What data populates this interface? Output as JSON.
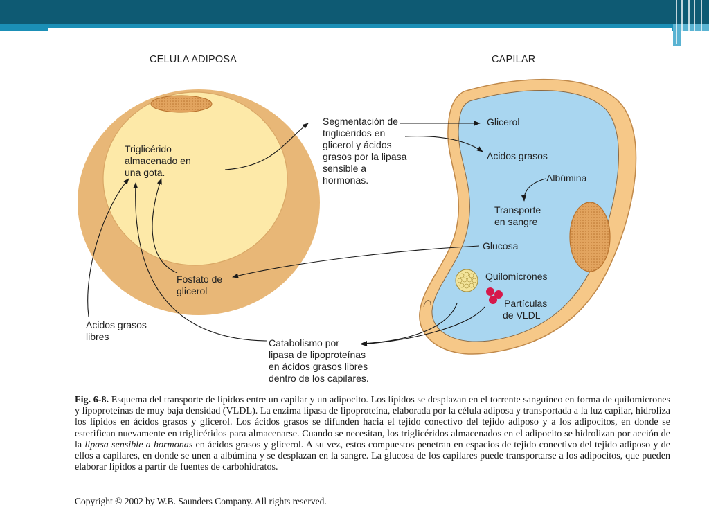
{
  "colors": {
    "header_dark": "#0e5a73",
    "header_light": "#1b8fb6",
    "cell_outer": "#e8b777",
    "cell_inner": "#fde9a8",
    "capillary_wall": "#f6c888",
    "capillary_lumen": "#a9d6f0",
    "vldl": "#d6184a"
  },
  "diagram": {
    "title_left": "CELULA ADIPOSA",
    "title_right": "CAPILAR",
    "trigliceridos_lines": [
      "Triglicérido",
      "almacenado en",
      "una gota."
    ],
    "fosfato_lines": [
      "Fosfato de",
      "glicerol"
    ],
    "acidos_libres_lines": [
      "Acidos grasos",
      "libres"
    ],
    "segmentacion_lines": [
      "Segmentación de",
      "triglicéridos en",
      "glicerol y ácidos",
      "grasos por la lipasa",
      "sensible a",
      "hormonas."
    ],
    "glicerol": "Glicerol",
    "acidos_grasos": "Acidos grasos",
    "albumina": "Albúmina",
    "transporte_lines": [
      "Transporte",
      "en sangre"
    ],
    "glucosa": "Glucosa",
    "quilomicrones": "Quilomicrones",
    "vldl_lines": [
      "Partículas",
      "de VLDL"
    ],
    "catabolismo_lines": [
      "Catabolismo por",
      "lipasa de lipoproteínas",
      "en ácidos grasos libres",
      "dentro de los capilares."
    ]
  },
  "caption": {
    "fig_label": "Fig. 6-8.",
    "text_before_italic": " Esquema del transporte de lípidos entre un capilar y un adipocito. Los lípidos se desplazan en el torrente sanguíneo en forma de quilomicrones y lipoproteínas de muy baja densidad (VLDL). La enzima lipasa de lipoproteína, elaborada por la célula adiposa y transportada a la luz capilar, hidroliza los lípidos en ácidos grasos y glicerol. Los ácidos grasos se difunden hacia el tejido conectivo del tejido adiposo y a los adipocitos, en donde se esterifican nuevamente en triglicéridos para almacenarse. Cuando se necesitan, los triglicéridos almacenados en el adipocito se hidrolizan por acción de la ",
    "italic": "lipasa sensible a hormonas",
    "text_after_italic": " en ácidos grasos y glicerol. A su vez, estos compuestos penetran en espacios de tejido conectivo del tejido adiposo y de ellos a capilares, en donde se unen a albúmina y se desplazan en la sangre. La glucosa de los capilares puede transportarse a los adipocitos, que pueden elaborar lípidos a partir de fuentes de carbohidratos."
  },
  "copyright": "Copyright © 2002 by W.B. Saunders Company. All rights reserved."
}
